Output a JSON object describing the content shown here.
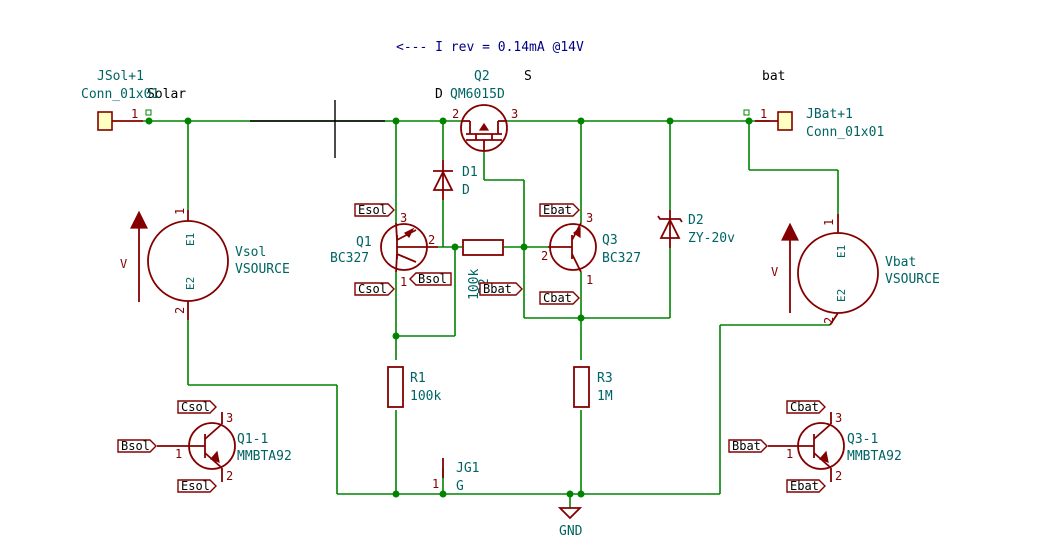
{
  "annotation": "<---  I rev = 0.14mA  @14V",
  "nets": {
    "solar": "Solar",
    "bat": "bat",
    "drain": "D",
    "source": "S",
    "gnd": "GND"
  },
  "connectors": {
    "jsol": {
      "ref": "JSol+1",
      "value": "Conn_01x01",
      "pin": "1"
    },
    "jbat": {
      "ref": "JBat+1",
      "value": "Conn_01x01",
      "pin": "1"
    },
    "jg": {
      "ref": "JG1",
      "value": "G",
      "pin": "1"
    }
  },
  "mosfet": {
    "ref": "Q2",
    "value": "QM6015D",
    "pin_left": "2",
    "pin_right": "3"
  },
  "diodes": {
    "d1": {
      "ref": "D1",
      "value": "D"
    },
    "d2": {
      "ref": "D2",
      "value": "ZY-20v"
    }
  },
  "transistors": {
    "q1": {
      "ref": "Q1",
      "value": "BC327",
      "pin_c": "3",
      "pin_b": "2",
      "pin_e": "1"
    },
    "q3": {
      "ref": "Q3",
      "value": "BC327",
      "pin_c": "3",
      "pin_b": "2",
      "pin_e": "1"
    },
    "q1_1": {
      "ref": "Q1-1",
      "value": "MMBTA92",
      "pin_c": "3",
      "pin_b": "1",
      "pin_e": "2"
    },
    "q3_1": {
      "ref": "Q3-1",
      "value": "MMBTA92",
      "pin_c": "3",
      "pin_b": "1",
      "pin_e": "2"
    }
  },
  "resistors": {
    "r1": {
      "ref": "R1",
      "value": "100k"
    },
    "r2": {
      "ref": "R2",
      "value": "100k"
    },
    "r3": {
      "ref": "R3",
      "value": "1M"
    }
  },
  "sources": {
    "vsol": {
      "ref": "Vsol",
      "value": "VSOURCE",
      "pin_top": "1",
      "pin_bottom": "2",
      "e1": "E1",
      "e2": "E2",
      "arrow_label": "V"
    },
    "vbat": {
      "ref": "Vbat",
      "value": "VSOURCE",
      "pin_top": "1",
      "pin_bottom": "2",
      "e1": "E1",
      "e2": "E2",
      "arrow_label": "V"
    }
  },
  "labels": {
    "esol": "Esol",
    "csol": "Csol",
    "bsol": "Bsol",
    "ebat": "Ebat",
    "cbat": "Cbat",
    "bbat": "Bbat"
  }
}
